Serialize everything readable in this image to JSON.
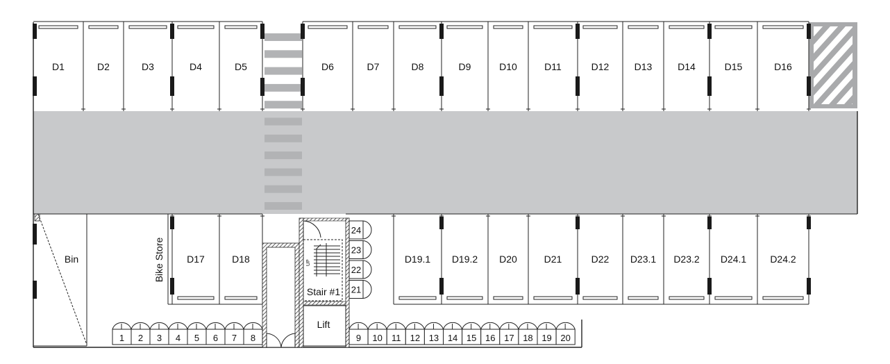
{
  "colors": {
    "aisle": "#c8c9cb",
    "crossing": "#b2b3b5",
    "hatch_bg": "#a9aaac",
    "line": "#222222"
  },
  "top_bays": [
    "D1",
    "D2",
    "D3",
    "D4",
    "D5",
    "D6",
    "D7",
    "D8",
    "D9",
    "D10",
    "D11",
    "D12",
    "D13",
    "D14",
    "D15",
    "D16"
  ],
  "bottom_bays_left": [
    "D17",
    "D18"
  ],
  "bottom_bays_right": [
    "D19.1",
    "D19.2",
    "D20",
    "D21",
    "D22",
    "D23.1",
    "D23.2",
    "D24.1",
    "D24.2"
  ],
  "rooms": {
    "bin": "Bin",
    "bike_store": "Bike Store",
    "stair": "Stair #1",
    "lift": "Lift",
    "stair_up": "UP"
  },
  "lockers_bottom_left": [
    "1",
    "2",
    "3",
    "4",
    "5",
    "6",
    "7",
    "8"
  ],
  "lockers_bottom_right": [
    "9",
    "10",
    "11",
    "12",
    "13",
    "14",
    "15",
    "16",
    "17",
    "18",
    "19",
    "20"
  ],
  "lockers_stack": [
    "24",
    "23",
    "22",
    "21"
  ]
}
